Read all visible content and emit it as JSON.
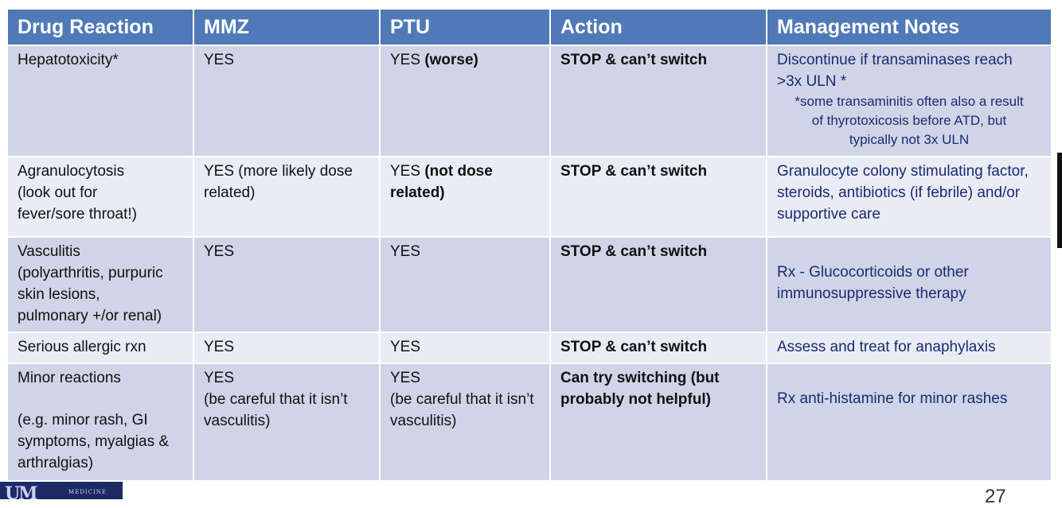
{
  "slide": {
    "title": "",
    "page_number": "27",
    "logo_text": "MEDICINE"
  },
  "table": {
    "headers": [
      "Drug Reaction",
      "MMZ",
      "PTU",
      "Action",
      "Management Notes"
    ],
    "rows": [
      {
        "reaction": [
          "Hepatotoxicity*"
        ],
        "mmz": "YES",
        "ptu": "YES",
        "ptu_bold": "(worse)",
        "action": "STOP & can’t switch",
        "notes": [
          "Discontinue if transaminases reach >3x ULN *"
        ],
        "notes_small": [
          "*some transaminitis often also a result",
          "of thyrotoxicosis before ATD,  but",
          "typically not 3x ULN"
        ]
      },
      {
        "reaction": [
          "Agranulocytosis",
          "(look out for",
          "fever/sore throat!)"
        ],
        "mmz": "YES (more likely dose related)",
        "ptu": "YES",
        "ptu_bold": "(not dose related)",
        "action": "STOP & can’t switch",
        "notes": [
          "Granulocyte colony stimulating factor, steroids, antibiotics (if febrile) and/or supportive care"
        ]
      },
      {
        "reaction": [
          "Vasculitis",
          "(polyarthritis, purpuric",
          "skin lesions,",
          "pulmonary +/or renal)"
        ],
        "mmz": "YES",
        "ptu": "YES",
        "action": "STOP & can’t switch",
        "notes": [
          "Rx - Glucocorticoids or other immunosuppressive therapy"
        ]
      },
      {
        "reaction": [
          "Serious allergic rxn"
        ],
        "mmz": "YES",
        "ptu": "YES",
        "action": "STOP & can’t switch",
        "notes": [
          "Assess and treat for anaphylaxis"
        ]
      },
      {
        "reaction": [
          "Minor reactions",
          "(e.g. minor rash, GI symptoms, myalgias & arthralgias)"
        ],
        "mmz": "YES",
        "mmz_sub": "(be careful that it isn’t vasculitis)",
        "ptu": "YES",
        "ptu_sub": "(be careful that it isn’t vasculitis)",
        "action": "Can try switching (but probably not helpful)",
        "notes": [
          "Rx anti-histamine for minor rashes"
        ]
      }
    ]
  },
  "colors": {
    "header_bg": "#4f79b7",
    "row_dark": "#cfd5e7",
    "row_light": "#e9ecf4",
    "notes_text": "#1b2a73"
  }
}
